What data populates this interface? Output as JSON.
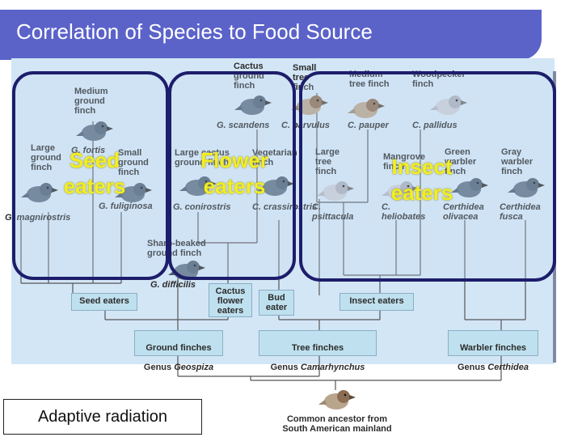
{
  "slide": {
    "title": "Correlation of Species to Food Source",
    "caption": "Adaptive radiation",
    "ancestor_label": "Common ancestor from\nSouth American mainland"
  },
  "overlays": {
    "seed": "Seed\neaters",
    "flower": "Flower\neaters",
    "insect": "Insect\neaters"
  },
  "species": [
    {
      "common": "Medium\nground\nfinch",
      "sci": ""
    },
    {
      "common": "Large\nground\nfinch",
      "sci": "G. magnirostris"
    },
    {
      "common": "",
      "sci": "G. fortis"
    },
    {
      "common": "Small\nground\nfinch",
      "sci": "G. fuliginosa"
    },
    {
      "common": "Cactus\nground\nfinch",
      "sci": "G. scandens"
    },
    {
      "common": "Large cactus\nground finch",
      "sci": "G. conirostris"
    },
    {
      "common": "Vegetarian\nfinch",
      "sci": "C. crassirostris"
    },
    {
      "common": "Small\ntree\nfinch",
      "sci": "C. parvulus"
    },
    {
      "common": "Medium\ntree finch",
      "sci": "C. pauper"
    },
    {
      "common": "Woodpecker\nfinch",
      "sci": "C. pallidus"
    },
    {
      "common": "Large\ntree\nfinch",
      "sci": "C. psittacula"
    },
    {
      "common": "Mangrove\nfinch",
      "sci": "C. heliobates"
    },
    {
      "common": "Green\nwarbler\nfinch",
      "sci": "Certhidea olivacea"
    },
    {
      "common": "Gray\nwarbler\nfinch",
      "sci": "Certhidea fusca"
    },
    {
      "common": "Sharp-beaked\nground finch",
      "sci": "G. difficilis"
    }
  ],
  "diet_labels": {
    "seed": "Seed eaters",
    "cactus": "Cactus\nflower\neaters",
    "bud": "Bud\neater",
    "insect": "Insect eaters"
  },
  "groups": {
    "ground": {
      "common": "Ground finches",
      "genus_prefix": "Genus ",
      "genus": "Geospiza"
    },
    "tree": {
      "common": "Tree finches",
      "genus_prefix": "Genus ",
      "genus": "Camarhynchus"
    },
    "warbler": {
      "common": "Warbler finches",
      "genus_prefix": "Genus ",
      "genus": "Certhidea"
    }
  },
  "colors": {
    "banner": "#5b63c9",
    "panel": "#d3e6f6",
    "box_border": "#1d1d6b",
    "overlay_text": "#f2ee22",
    "label_fill": "#bfe0ee"
  }
}
